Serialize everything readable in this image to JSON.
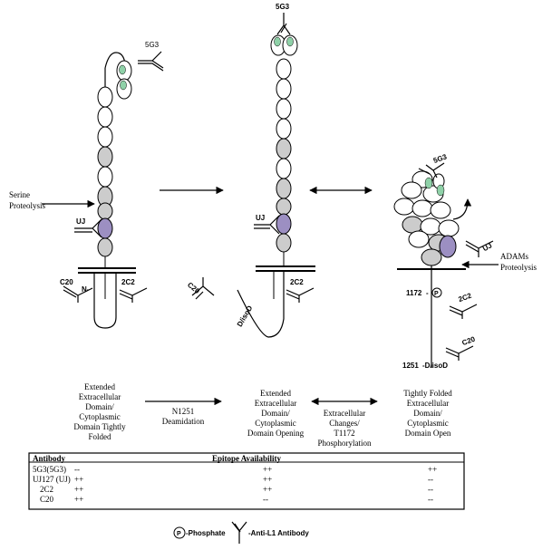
{
  "antibodies": {
    "s5g3": "5G3",
    "uj": "UJ",
    "c20": "C20",
    "c2c2": "2C2"
  },
  "states": {
    "state1_desc": [
      "Extended",
      "Extracellular",
      "Domain/",
      "Cytoplasmic",
      "Domain Tightly",
      "Folded"
    ],
    "state2_desc": [
      "Extended",
      "Extracellular",
      "Domain/",
      "Cytoplasmic",
      "Domain Opening"
    ],
    "state3_desc": [
      "Tightly Folded",
      "Extracellular",
      "Domain/",
      "Cytoplasmic",
      "Domain Open"
    ]
  },
  "labels": {
    "serine": [
      "Serine",
      "Proteolysis"
    ],
    "adams": [
      "ADAMs",
      "Proteolysis"
    ],
    "n_term": "N-",
    "d_isod": "D/isoD",
    "site_1172": "1172",
    "site_1251": "1251",
    "p_suffix": "-",
    "d_suffix": "-D/isoD",
    "p_circle": "P",
    "transition1": [
      "N1251",
      "Deamidation"
    ],
    "transition2": [
      "Extracellular",
      "Changes/",
      "T1172",
      "Phosphorylation"
    ]
  },
  "table": {
    "header_antibody": "Antibody",
    "header_epitope": "Epitope Availability",
    "rows": [
      {
        "antibody": "5G3(5G3)",
        "s1": "--",
        "s2": "++",
        "s3": "++"
      },
      {
        "antibody": "UJ127 (UJ)",
        "s1": "++",
        "s2": "++",
        "s3": "--"
      },
      {
        "antibody": "2C2",
        "s1": "++",
        "s2": "++",
        "s3": "--"
      },
      {
        "antibody": "C20",
        "s1": "++",
        "s2": "--",
        "s3": "--"
      }
    ]
  },
  "legend": {
    "phosphate": "-Phosphate",
    "antibody": "-Anti-L1 Antibody",
    "p": "P"
  },
  "colors": {
    "grey_domain": "#cccccc",
    "green_epitope": "#8fd1a8",
    "purple_epitope": "#9c8fc2",
    "line": "#000000"
  }
}
